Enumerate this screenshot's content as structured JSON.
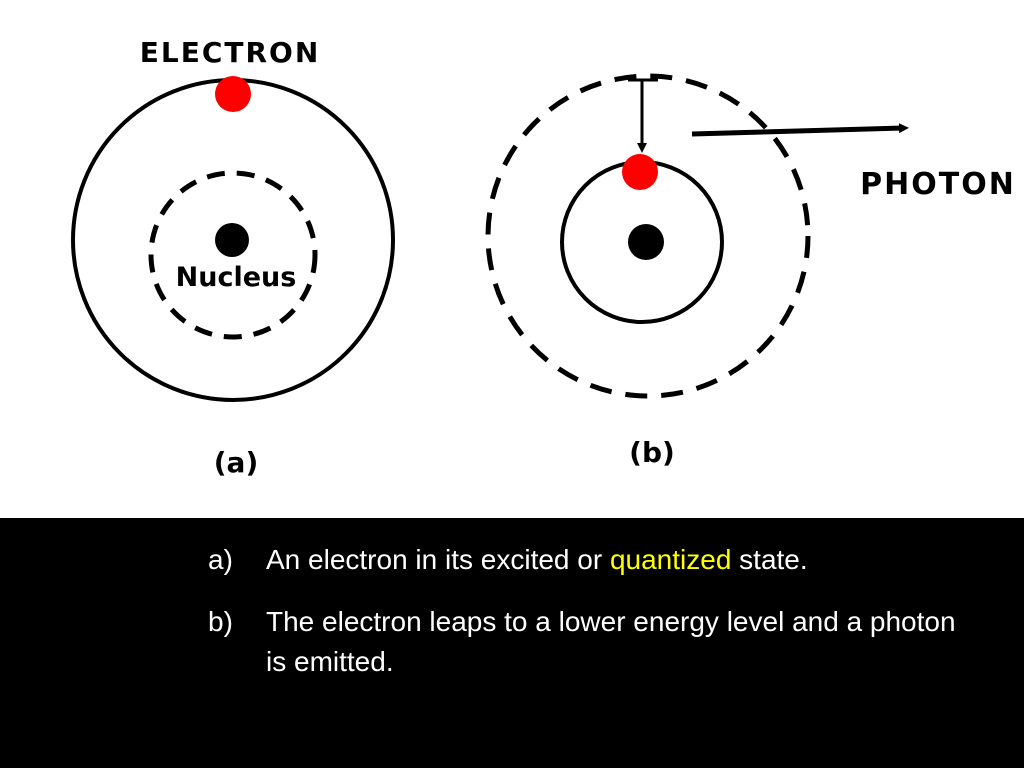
{
  "diagram": {
    "electron_label": "ELECTRON",
    "nucleus_label": "Nucleus",
    "photon_label": "PHOTON",
    "panel_a_label": "(a)",
    "panel_b_label": "(b)"
  },
  "caption": {
    "item_a": {
      "marker": "a)",
      "text_before": "An electron in its excited or ",
      "highlight": "quantized",
      "text_after": " state."
    },
    "item_b": {
      "marker": "b)",
      "text": "The electron leaps to a lower energy level and a photon is emitted."
    }
  },
  "colors": {
    "electron": "#ff0000",
    "highlight": "#ffff00",
    "caption_background": "#000000",
    "figure_background": "#ffffff"
  }
}
